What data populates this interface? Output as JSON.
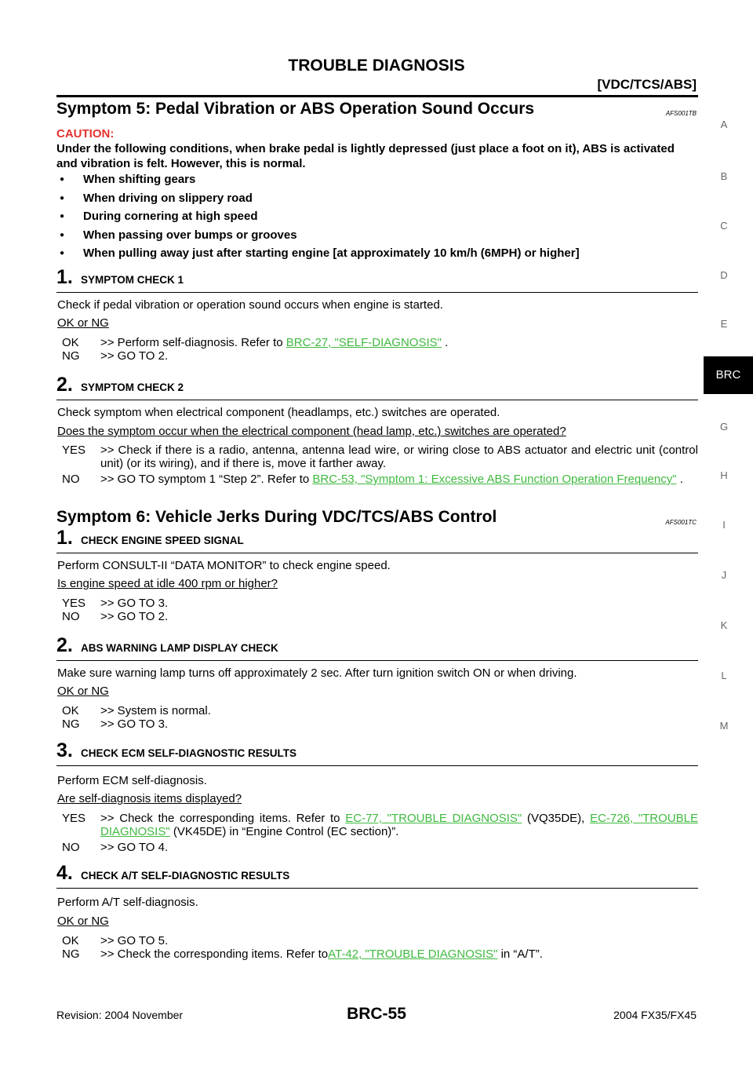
{
  "header": {
    "title": "TROUBLE DIAGNOSIS",
    "subtitle": "[VDC/TCS/ABS]"
  },
  "side_tabs": [
    "A",
    "B",
    "C",
    "D",
    "E",
    "BRC",
    "G",
    "H",
    "I",
    "J",
    "K",
    "L",
    "M"
  ],
  "symptom5": {
    "title": "Symptom 5: Pedal Vibration or ABS Operation Sound Occurs",
    "code": "AFS001TB",
    "caution_label": "CAUTION:",
    "caution_text": "Under the following conditions, when brake pedal is lightly depressed (just place a foot on it), ABS is activated and vibration is felt. However, this is normal.",
    "bullets": [
      "When shifting gears",
      "When driving on slippery road",
      "During cornering at high speed",
      "When passing over bumps or grooves",
      "When pulling away just after starting engine [at approximately 10 km/h (6MPH) or higher]"
    ],
    "step1": {
      "num": "1.",
      "label": "SYMPTOM CHECK 1",
      "text": "Check if pedal vibration or operation sound occurs when engine is started.",
      "question": "OK or NG",
      "ok_key": "OK",
      "ok_text": ">> Perform self-diagnosis. Refer to ",
      "ok_link": "BRC-27, \"SELF-DIAGNOSIS\"",
      "ok_tail": " .",
      "ng_key": "NG",
      "ng_text": ">> GO TO 2."
    },
    "step2": {
      "num": "2.",
      "label": "SYMPTOM CHECK 2",
      "text": "Check symptom when electrical component (headlamps, etc.) switches are operated.",
      "question": "Does the symptom occur when the electrical component (head lamp, etc.) switches are operated?",
      "yes_key": "YES",
      "yes_text": ">> Check if there is a radio, antenna, antenna lead wire, or wiring close to ABS actuator and electric unit (control unit) (or its wiring), and if there is, move it farther away.",
      "no_key": "NO",
      "no_text": ">> GO TO symptom 1 “Step 2”. Refer to ",
      "no_link": "BRC-53, \"Symptom 1: Excessive ABS Function Operation Frequency\"",
      "no_tail": " ."
    }
  },
  "symptom6": {
    "title": "Symptom 6: Vehicle Jerks During VDC/TCS/ABS Control",
    "code": "AFS001TC",
    "step1": {
      "num": "1.",
      "label": "CHECK ENGINE SPEED SIGNAL",
      "text": "Perform CONSULT-II “DATA MONITOR” to check engine speed.",
      "question": "Is engine speed at idle 400 rpm or higher?",
      "yes_key": "YES",
      "yes_text": ">> GO TO 3.",
      "no_key": "NO",
      "no_text": ">> GO TO 2."
    },
    "step2": {
      "num": "2.",
      "label": "ABS WARNING LAMP DISPLAY CHECK",
      "text": "Make sure warning lamp turns off approximately 2 sec. After turn ignition switch ON or when driving.",
      "question": "OK or NG",
      "ok_key": "OK",
      "ok_text": ">> System is normal.",
      "ng_key": "NG",
      "ng_text": ">> GO TO 3."
    },
    "step3": {
      "num": "3.",
      "label": "CHECK ECM SELF-DIAGNOSTIC RESULTS",
      "text": "Perform ECM self-diagnosis.",
      "question": "Are self-diagnosis items displayed?",
      "yes_key": "YES",
      "yes_text": ">> Check the corresponding items. Refer to ",
      "yes_link1": "EC-77, \"TROUBLE DIAGNOSIS\"",
      "yes_mid": " (VQ35DE), ",
      "yes_link2": "EC-726, \"TROUBLE DIAGNOSIS\"",
      "yes_tail": " (VK45DE) in “Engine Control (EC section)”.",
      "no_key": "NO",
      "no_text": ">> GO TO 4."
    },
    "step4": {
      "num": "4.",
      "label": "CHECK A/T SELF-DIAGNOSTIC RESULTS",
      "text": "Perform A/T self-diagnosis.",
      "question": "OK or NG",
      "ok_key": "OK",
      "ok_text": ">> GO TO 5.",
      "ng_key": "NG",
      "ng_text": ">> Check the corresponding items. Refer to",
      "ng_link": "AT-42, \"TROUBLE DIAGNOSIS\"",
      "ng_tail": "  in “A/T”."
    }
  },
  "footer": {
    "revision": "Revision: 2004 November",
    "page": "BRC-55",
    "model": "2004 FX35/FX45"
  }
}
